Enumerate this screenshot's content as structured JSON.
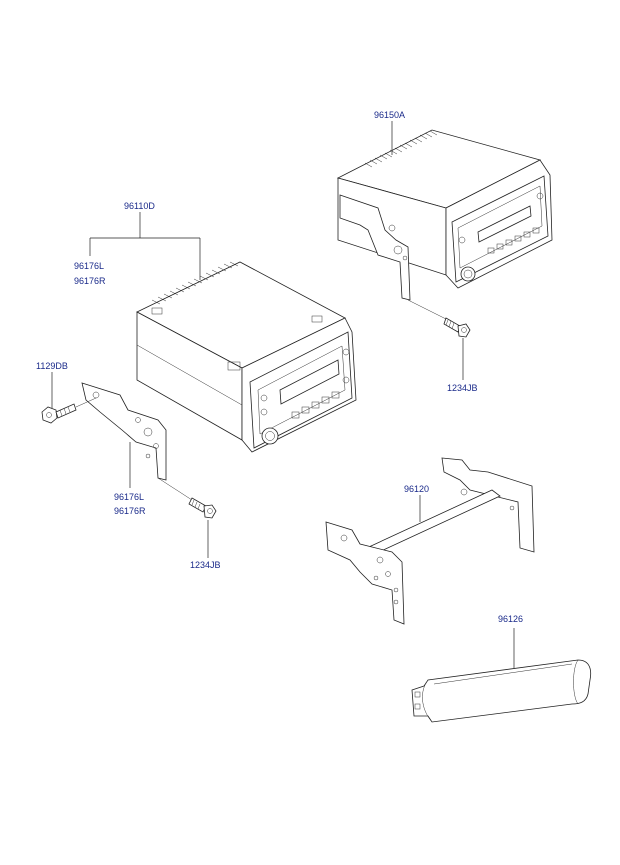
{
  "parts": {
    "radio_main": "96110D",
    "bracket_left": "96176L",
    "bracket_right": "96176R",
    "bolt_left": "1129DB",
    "bracket_lower_left": "96176L",
    "bracket_lower_right": "96176R",
    "screw_lower": "1234JB",
    "radio_upper": "96150A",
    "screw_upper": "1234JB",
    "mounting_bracket": "96120",
    "pocket": "96126"
  }
}
